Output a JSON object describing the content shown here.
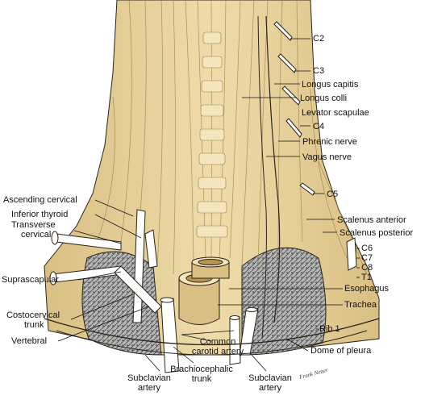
{
  "colors": {
    "muscle": "#e8d4a0",
    "muscle_shadow": "#c9ad6c",
    "muscle_light": "#f3e6bf",
    "line": "#2a2418",
    "vessel": "#ffffff",
    "pleura": "#8a8a8a",
    "background": "#ffffff"
  },
  "labels": {
    "c2": "C2",
    "c3": "C3",
    "longus_capitis": "Longus capitis",
    "longus_colli": "Longus colli",
    "levator_scapulae": "Levator scapulae",
    "c4": "C4",
    "phrenic_nerve": "Phrenic nerve",
    "vagus_nerve": "Vagus nerve",
    "c5": "C5",
    "scalenus_anterior": "Scalenus anterior",
    "scalenus_posterior": "Scalenus posterior",
    "c6": "C6",
    "c7": "C7",
    "c8": "C8",
    "t1": "T1",
    "esophagus": "Esophagus",
    "trachea": "Trachea",
    "rib1": "Rib 1",
    "dome_of_pleura": "Dome of pleura",
    "ascending_cervical": "Ascending cervical",
    "inferior_thyroid": "Inferior thyroid",
    "transverse_cervical_1": "Transverse",
    "transverse_cervical_2": "cervical",
    "suprascapular": "Suprascapular",
    "costocervical_1": "Costocervical",
    "costocervical_2": "trunk",
    "vertebral": "Vertebral",
    "common_carotid_1": "Common",
    "common_carotid_2": "carotid artery",
    "brachiocephalic_1": "Brachiocephalic",
    "brachiocephalic_2": "trunk",
    "subclavian_left_1": "Subclavian",
    "subclavian_left_2": "artery",
    "subclavian_right_1": "Subclavian",
    "subclavian_right_2": "artery"
  },
  "signature": "Netter-style artist signature"
}
